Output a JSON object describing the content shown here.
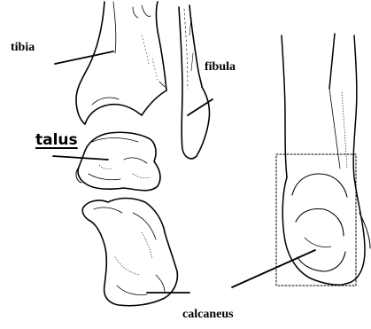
{
  "labels": {
    "tibia": "tibia",
    "fibula": "fibula",
    "talus": "talus",
    "calcaneus": "calcaneus"
  },
  "colors": {
    "ink": "#000000",
    "background": "#ffffff"
  }
}
